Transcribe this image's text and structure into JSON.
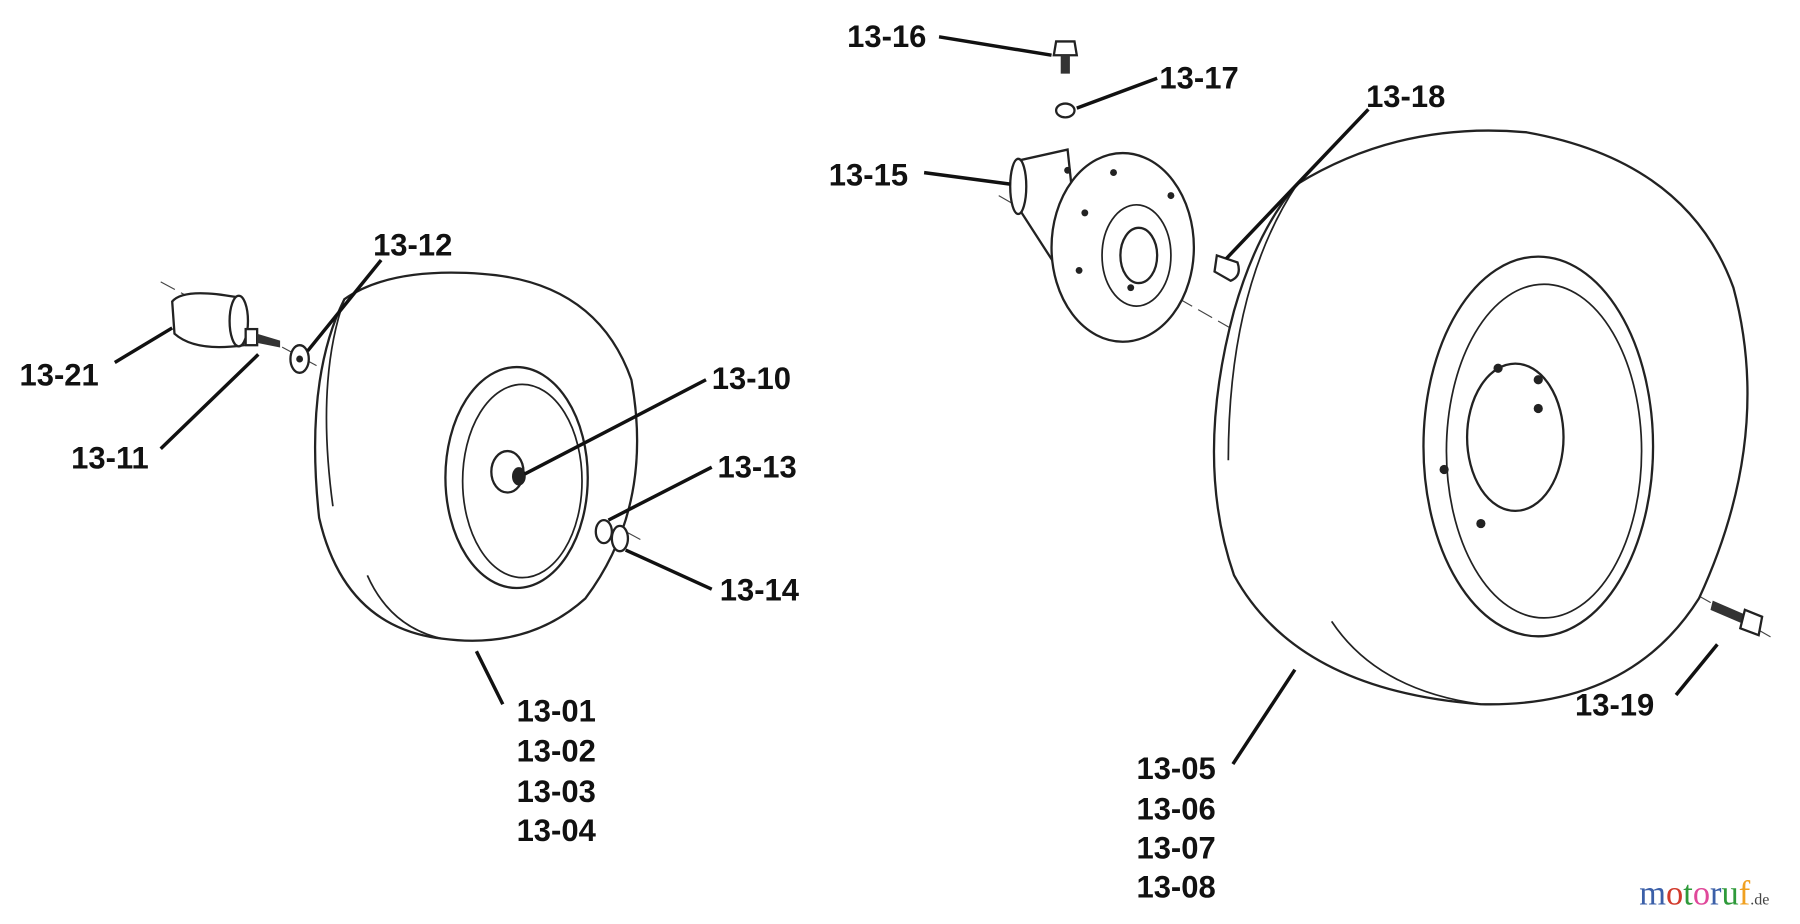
{
  "labels": {
    "l1321": "13-21",
    "l1311": "13-11",
    "l1312": "13-12",
    "l1310": "13-10",
    "l1313": "13-13",
    "l1314": "13-14",
    "left_wheel": [
      "13-01",
      "13-02",
      "13-03",
      "13-04"
    ],
    "l1316": "13-16",
    "l1317": "13-17",
    "l1315": "13-15",
    "l1318": "13-18",
    "l1319": "13-19",
    "right_wheel": [
      "13-05",
      "13-06",
      "13-07",
      "13-08"
    ]
  },
  "watermark": {
    "m": "m",
    "o1": "o",
    "t": "t",
    "o2": "o",
    "r": "r",
    "u": "u",
    "f": "f",
    "de": ".de",
    "colors": [
      "#3b5fa8",
      "#d23a2c",
      "#2e9a3a",
      "#e0489a",
      "#3b5fa8",
      "#2e9a3a",
      "#f0a020",
      "#444444"
    ]
  }
}
